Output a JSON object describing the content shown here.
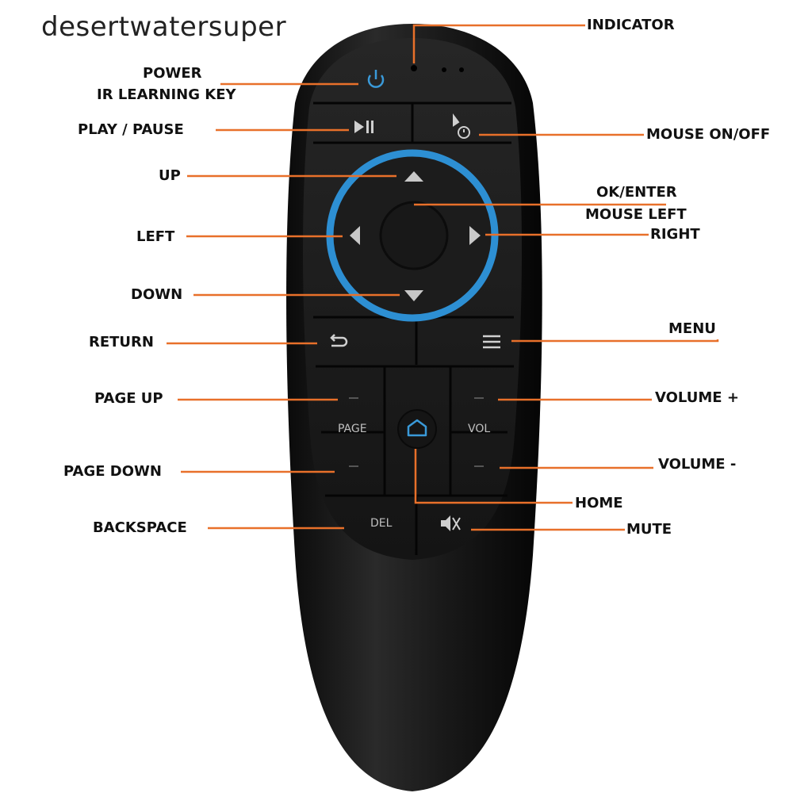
{
  "watermark": "desertwatersuper",
  "labels": {
    "indicator": "INDICATOR",
    "power": "POWER",
    "ir_learning": "IR LEARNING KEY",
    "play_pause": "PLAY / PAUSE",
    "mouse_onoff": "MOUSE ON/OFF",
    "up": "UP",
    "ok_enter": "OK/ENTER",
    "mouse_left": "MOUSE LEFT",
    "left": "LEFT",
    "right": "RIGHT",
    "down": "DOWN",
    "return": "RETURN",
    "menu": "MENU",
    "page_up": "PAGE UP",
    "volume_plus": "VOLUME +",
    "page_down": "PAGE DOWN",
    "volume_minus": "VOLUME -",
    "home": "HOME",
    "backspace": "BACKSPACE",
    "mute": "MUTE"
  },
  "remote": {
    "page_key": "PAGE",
    "vol_key": "VOL",
    "del_key": "DEL"
  },
  "colors": {
    "leader": "#e8702a",
    "ring": "#2d8fd3",
    "body": "#141414",
    "accent_icon": "#3a9ad9"
  }
}
